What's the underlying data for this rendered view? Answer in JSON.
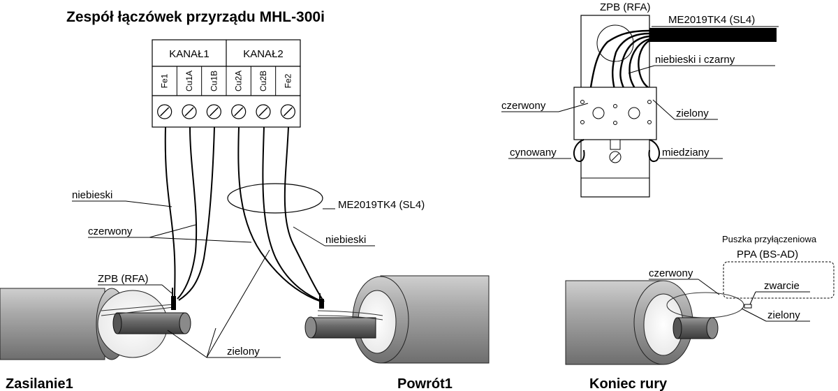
{
  "title": "Zespół łączówek przyrządu MHL-300i",
  "channels": [
    "KANAŁ1",
    "KANAŁ2"
  ],
  "terminals": [
    "Fe1",
    "Cu1A",
    "Cu1B",
    "Cu2A",
    "Cu2B",
    "Fe2"
  ],
  "labels": {
    "niebieski_left": "niebieski",
    "czerwony_left": "czerwony",
    "cable_type": "ME2019TK4  (SL4)",
    "niebieski_right": "niebieski",
    "zpb_left": "ZPB (RFA)",
    "zielony_bottom": "zielony",
    "zasilanie": "Zasilanie1",
    "powrot": "Powrót1",
    "koniec": "Koniec rury"
  },
  "detail": {
    "zpb_title": "ZPB (RFA)",
    "cable": "ME2019TK4  (SL4)",
    "niebieski_czarny": "niebieski i czarny",
    "czerwony": "czerwony",
    "zielony": "zielony",
    "cynowany": "cynowany",
    "miedziany": "miedziany"
  },
  "end": {
    "box_title1": "Puszka przyłączeniowa",
    "box_title2": "PPA (BS-AD)",
    "zwarcie": "zwarcie",
    "czerwony": "czerwony",
    "zielony": "zielony"
  }
}
